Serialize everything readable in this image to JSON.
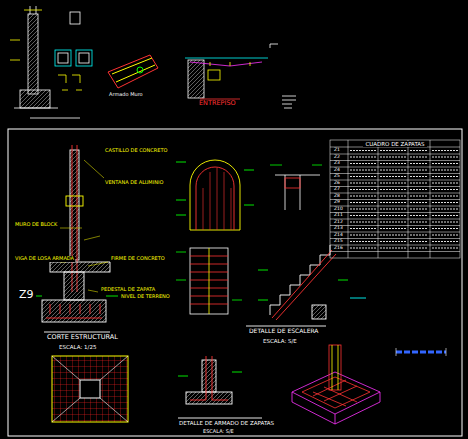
{
  "diagram": {
    "nodes": [
      {
        "text": [
          "CUADRO DE ZAPATAS"
        ]
      }
    ],
    "labels": [
      "ENTREPISO",
      "Armado Muro",
      "CASTILLO DE CONCRETO",
      "VENTANA DE ALUMINIO",
      "MURO DE BLOCK",
      "VIGA DE LOSA ARMADA",
      "FIRME DE CONCRETO",
      "PEDESTAL DE ZAPATA",
      "NIVEL DE TERRENO",
      "Z9",
      "CORTE ESTRUCTURAL",
      "ESCALA: 1/25",
      "DETALLE DE ESCALERA",
      "ESCALA: S/E",
      "DETALLE DE ARMADO DE ZAPATAS",
      "ESCALA: S/E",
      "Z1",
      "Z2",
      "Z3",
      "Z4",
      "Z5",
      "Z6",
      "Z7",
      "Z8",
      "Z9",
      "Z10",
      "Z11",
      "Z12",
      "Z13",
      "Z14",
      "Z15",
      "Z16"
    ]
  }
}
